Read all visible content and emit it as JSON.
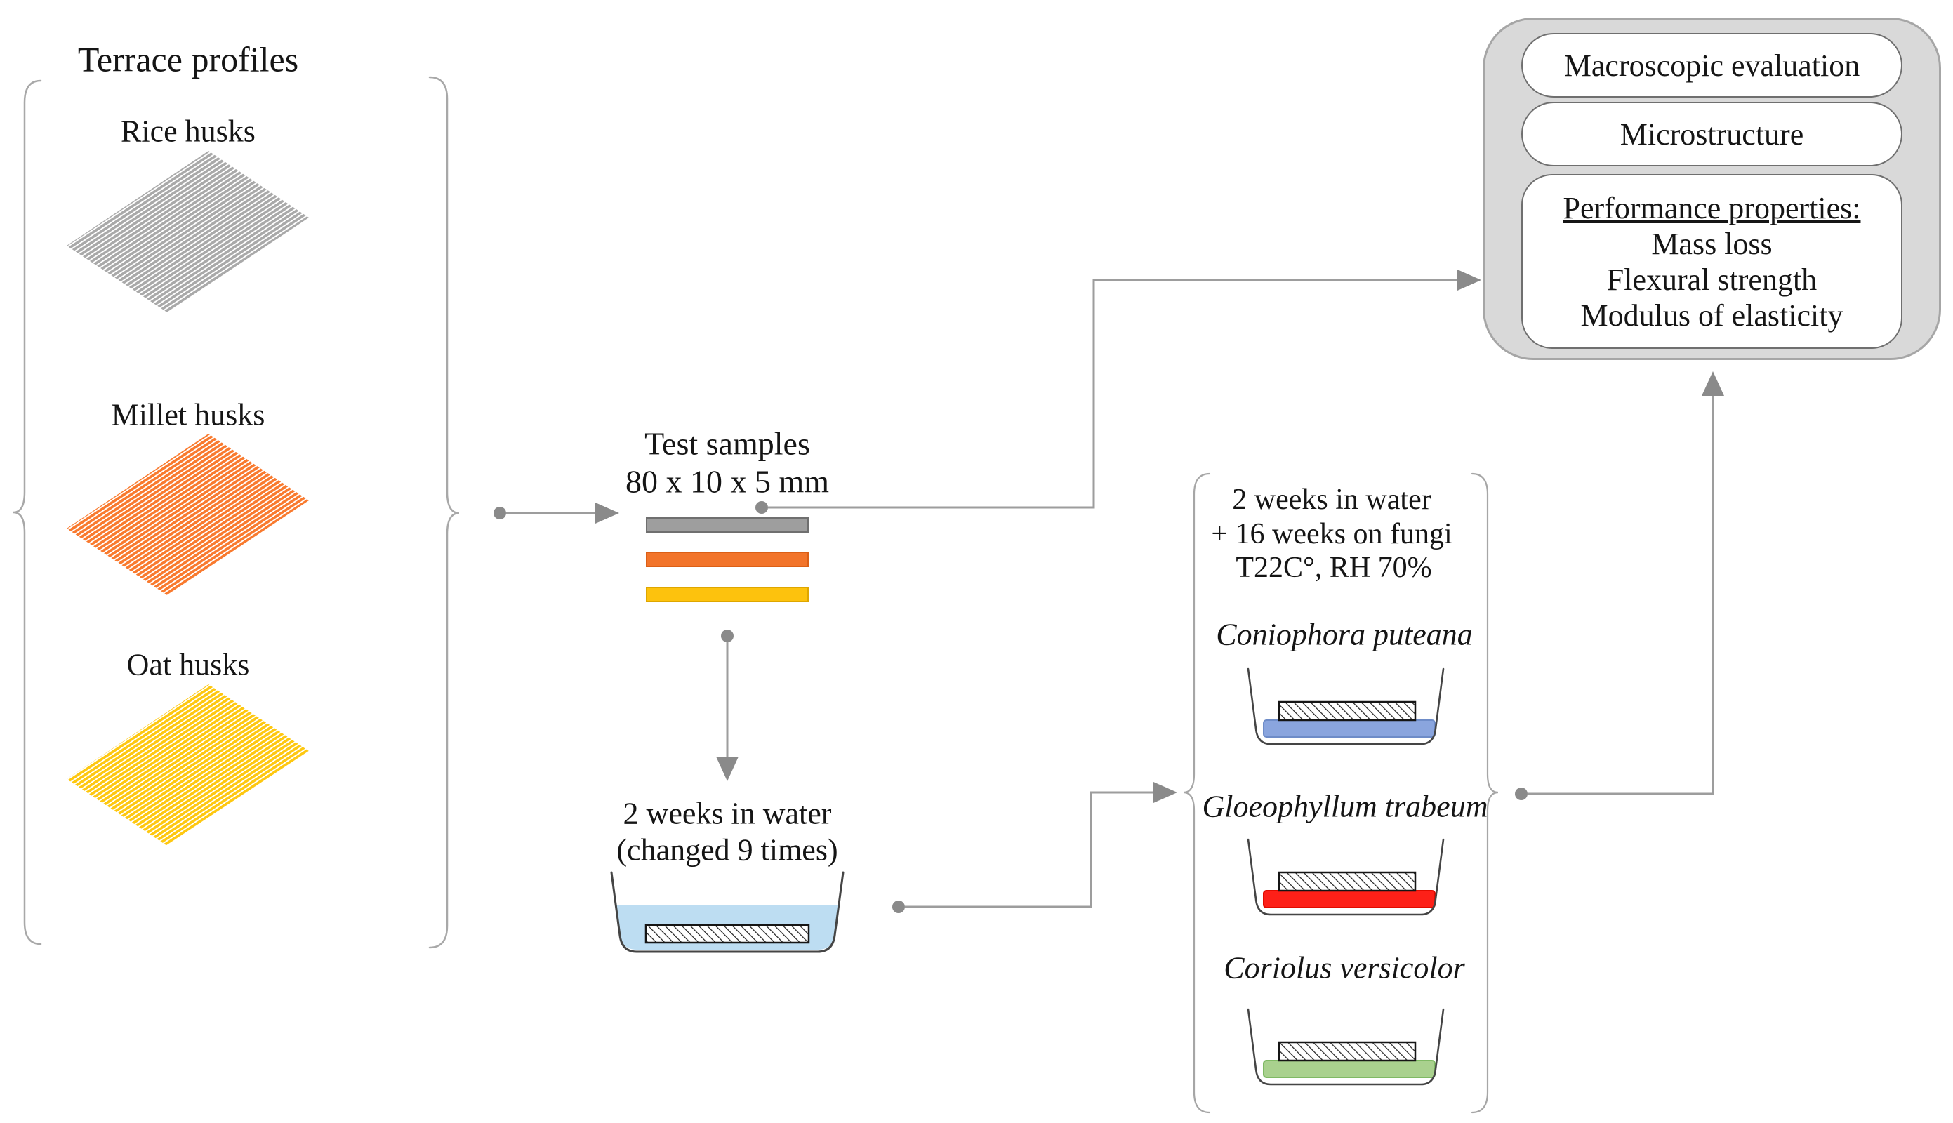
{
  "left_group": {
    "title": "Terrace profiles",
    "items": [
      {
        "label": "Rice husks",
        "color": "#a9a9a9"
      },
      {
        "label": "Millet husks",
        "color": "#f97a2e"
      },
      {
        "label": "Oat husks",
        "color": "#fec810"
      }
    ],
    "brace_color": "#a8a8a8"
  },
  "samples": {
    "title": "Test samples",
    "dimensions": "80 x 10 x 5 mm",
    "bar_colors": [
      "#9e9e9e",
      "#f2742a",
      "#fdc20d"
    ]
  },
  "water_test": {
    "label_line1": "2 weeks in water",
    "label_line2": "(changed 9 times)",
    "water_color": "#bdddf2"
  },
  "fungi_test": {
    "conditions": [
      "2 weeks in water",
      "+ 16 weeks on fungi",
      "T22C°, RH 70%"
    ],
    "fungi": [
      {
        "name": "Coniophora puteana",
        "color": "#8aa5de",
        "border": "#6e8cc8"
      },
      {
        "name": "Gloeophyllum trabeum",
        "color": "#fd2018",
        "border": "#e00b00"
      },
      {
        "name": "Coriolus versicolor",
        "color": "#a9d18e",
        "border": "#7fb964"
      }
    ]
  },
  "results": {
    "items": [
      "Macroscopic evaluation",
      "Microstructure"
    ],
    "performance": {
      "title": "Performance properties:",
      "items": [
        "Mass loss",
        "Flexural strength",
        "Modulus of elasticity"
      ]
    },
    "panel_fill": "#d9d9d9"
  },
  "connector_color": "#9d9d9d"
}
